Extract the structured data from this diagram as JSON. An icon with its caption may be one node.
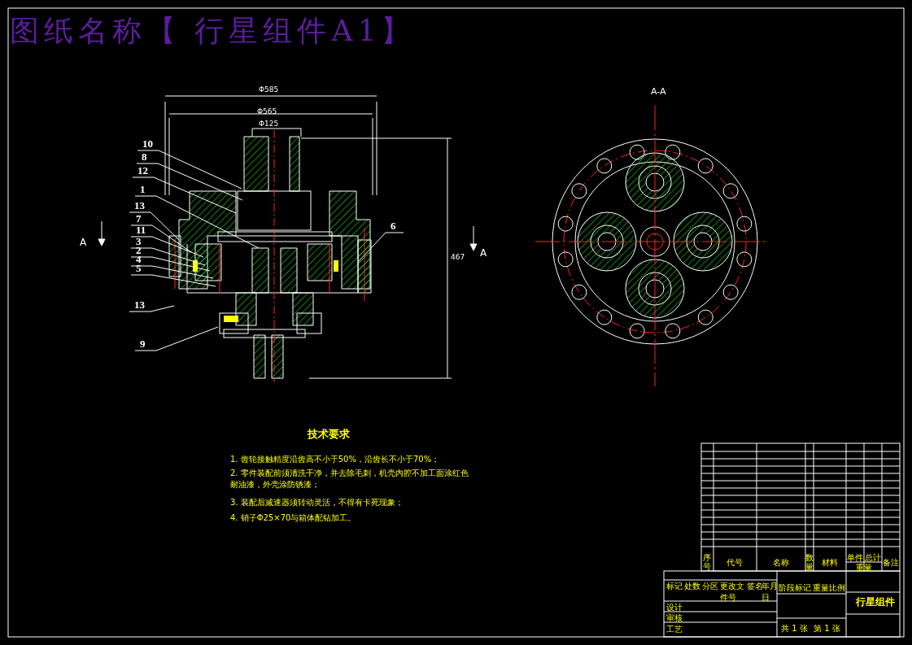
{
  "diagram": {
    "title": "图纸名称【 行星组件A1】",
    "nodes": [
      {
        "text": [
          "10"
        ]
      },
      {
        "text": [
          "8"
        ]
      },
      {
        "text": [
          "12"
        ]
      },
      {
        "text": [
          "1"
        ]
      },
      {
        "text": [
          "13"
        ]
      },
      {
        "text": [
          "7"
        ]
      },
      {
        "text": [
          "11"
        ]
      },
      {
        "text": [
          "3"
        ]
      },
      {
        "text": [
          "2"
        ]
      },
      {
        "text": [
          "4"
        ]
      },
      {
        "text": [
          "5"
        ]
      },
      {
        "text": [
          "13"
        ]
      },
      {
        "text": [
          "9"
        ]
      },
      {
        "text": [
          "6"
        ]
      }
    ],
    "edges": [
      {
        "from": 0,
        "to": null,
        "arrow": "none"
      },
      {
        "from": 1,
        "to": null,
        "arrow": "none"
      },
      {
        "from": 2,
        "to": null,
        "arrow": "none"
      },
      {
        "from": 3,
        "to": null,
        "arrow": "none"
      },
      {
        "from": 4,
        "to": null,
        "arrow": "none"
      },
      {
        "from": 5,
        "to": null,
        "arrow": "none"
      },
      {
        "from": 6,
        "to": null,
        "arrow": "none"
      },
      {
        "from": 7,
        "to": null,
        "arrow": "none"
      },
      {
        "from": 8,
        "to": null,
        "arrow": "none"
      },
      {
        "from": 9,
        "to": null,
        "arrow": "none"
      },
      {
        "from": 10,
        "to": null,
        "arrow": "none"
      },
      {
        "from": 11,
        "to": null,
        "arrow": "none"
      },
      {
        "from": 12,
        "to": null,
        "arrow": "none"
      },
      {
        "from": 13,
        "to": null,
        "arrow": "none"
      }
    ],
    "labels": [
      "A-A",
      "A",
      "A",
      "Φ585",
      "Φ565",
      "Φ125",
      "467",
      "技术要求",
      "1. 齿轮接触精度沿齿高不小于50%，沿齿长不小于70%；",
      "2. 零件装配前须清洗干净，并去除毛刺，机壳内腔不加工面涂红色耐油漆，外壳涂防锈漆；",
      "3. 装配后减速器须转动灵活，不得有卡死现象；",
      "4. 销子Φ25×70与箱体配钻加工。",
      "序号",
      "代号",
      "名称",
      "数量",
      "材料",
      "单件",
      "总计",
      "重量",
      "备注",
      "行星组件",
      "标记",
      "处数",
      "分区",
      "更改文件号",
      "签名",
      "年月日",
      "设计",
      "审核",
      "工艺",
      "阶段标记",
      "重量",
      "比例",
      "共 1 张",
      "第 1 张"
    ]
  }
}
